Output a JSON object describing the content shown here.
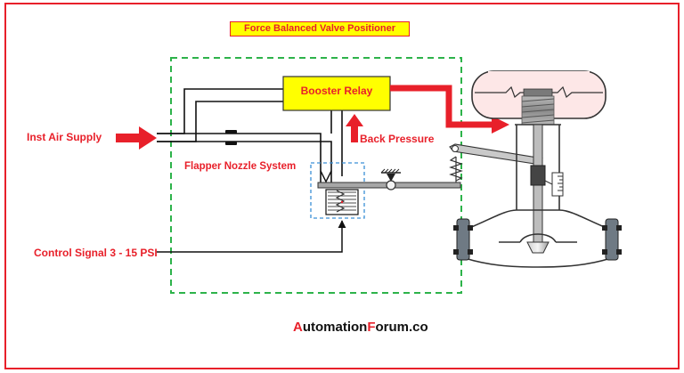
{
  "title": "Force Balanced Valve Positioner",
  "components": {
    "booster_relay": "Booster Relay",
    "flapper_nozzle": "Flapper Nozzle System"
  },
  "labels": {
    "inst_air_supply": "Inst Air Supply",
    "back_pressure": "Back Pressure",
    "control_signal": "Control Signal 3 - 15 PSI"
  },
  "brand": {
    "a": "A",
    "utomation": "utomation",
    "f": "F",
    "orum": "orum.co"
  },
  "colors": {
    "accent_red": "#e8202a",
    "relay_yellow": "#ffff00",
    "boundary_green": "#2db34a",
    "nozzle_blue": "#3a8fd6",
    "frame_red": "#e8202a"
  }
}
